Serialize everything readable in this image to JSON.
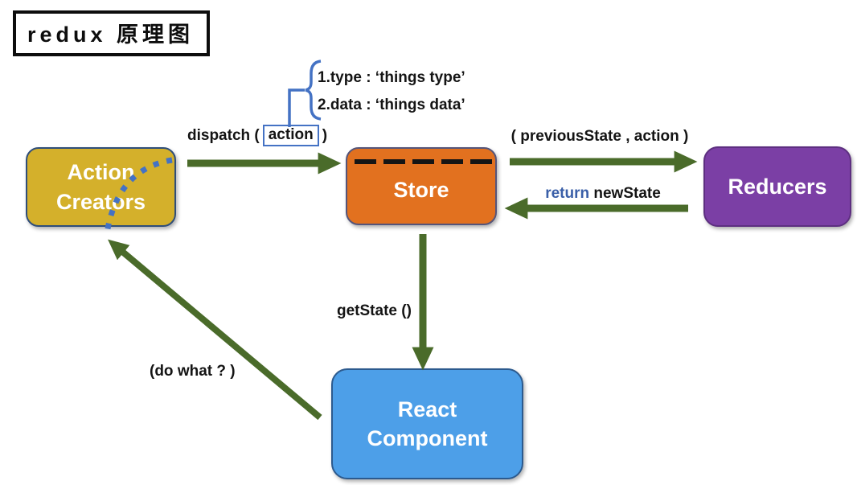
{
  "title": {
    "text": "redux 原理图"
  },
  "colors": {
    "arrow-green": "#4a6b2a",
    "steel-blue": "#4472c4",
    "return-blue": "#3a5fa8",
    "gold": "#d4b02b",
    "gold-border": "#2f4e7a",
    "orange": "#e2711f",
    "orange-border": "#55557a",
    "purple": "#7b3fa5",
    "purple-border": "#5d2f80",
    "blue": "#4d9fe8",
    "blue-border": "#2c5a8e",
    "dash-black": "#151515"
  },
  "nodes": {
    "action_creators": {
      "label": "Action\nCreators"
    },
    "store": {
      "label": "Store"
    },
    "reducers": {
      "label": "Reducers"
    },
    "react_component": {
      "label": "React\nComponent"
    }
  },
  "labels": {
    "dispatch_prefix": "dispatch (",
    "action": "action",
    "dispatch_suffix": ")",
    "payload_line1": "1.type : ‘things type’",
    "payload_line2": "2.data : ‘things data’",
    "previous_state": "( previousState , action )",
    "return_keyword": "return",
    "new_state": " newState",
    "get_state": "getState ()",
    "do_what": "(do what ? )"
  }
}
